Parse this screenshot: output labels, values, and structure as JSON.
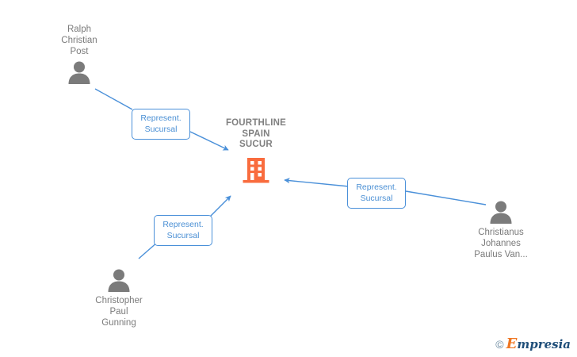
{
  "graph": {
    "company": {
      "name": "FOURTHLINE\nSPAIN\nSUCUR",
      "icon": "building-icon",
      "color": "#f96c3e"
    },
    "persons": [
      {
        "id": "ralph-christian-post",
        "name": "Ralph\nChristian\nPost",
        "icon": "person-icon",
        "color": "#7b7b7b"
      },
      {
        "id": "christopher-paul-gunning",
        "name": "Christopher\nPaul\nGunning",
        "icon": "person-icon",
        "color": "#7b7b7b"
      },
      {
        "id": "christianus-johannes-paulus-van",
        "name": "Christianus\nJohannes\nPaulus Van...",
        "icon": "person-icon",
        "color": "#7b7b7b"
      }
    ],
    "relations": [
      {
        "id": "relation-ralph-christian-post",
        "label": "Represent.\nSucursal",
        "from": "ralph-christian-post",
        "to": "company",
        "color": "#4a90d9"
      },
      {
        "id": "relation-christopher-paul-gunning",
        "label": "Represent.\nSucursal",
        "from": "christopher-paul-gunning",
        "to": "company",
        "color": "#4a90d9"
      },
      {
        "id": "relation-christianus-johannes-paulus-van",
        "label": "Represent.\nSucursal",
        "from": "christianus-johannes-paulus-van",
        "to": "company",
        "color": "#4a90d9"
      }
    ]
  },
  "watermark": {
    "copyright": "©",
    "lead": "E",
    "rest": "mpresia"
  }
}
